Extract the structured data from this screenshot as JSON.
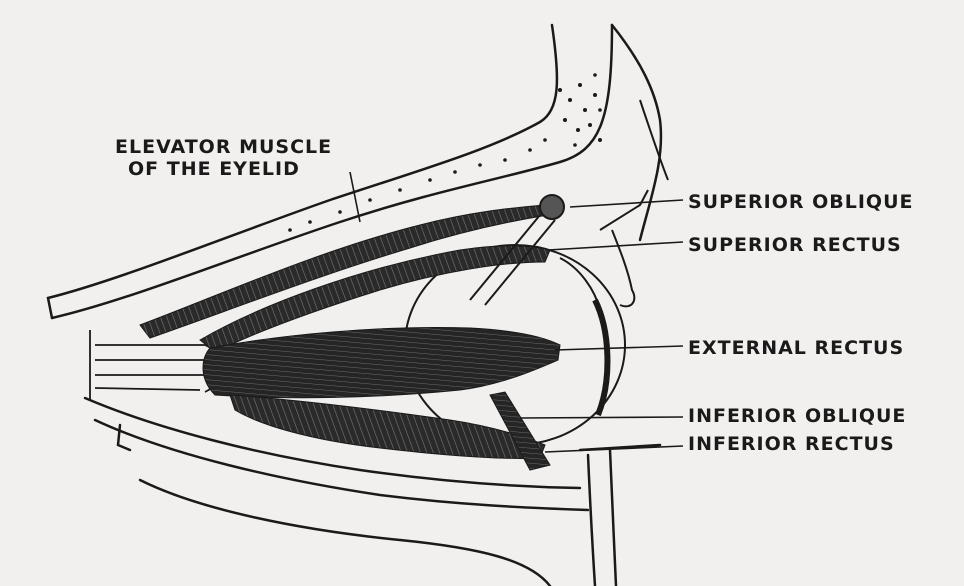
{
  "diagram": {
    "labels": {
      "elevator_line1": "ELEVATOR MUSCLE",
      "elevator_line2": "OF THE EYELID",
      "superior_oblique": "SUPERIOR OBLIQUE",
      "superior_rectus": "SUPERIOR RECTUS",
      "external_rectus": "EXTERNAL RECTUS",
      "inferior_oblique": "INFERIOR OBLIQUE",
      "inferior_rectus": "INFERIOR RECTUS"
    },
    "colors": {
      "paper": "#f1f0ee",
      "ink": "#1a1a1a",
      "muscle": "#262626"
    }
  }
}
